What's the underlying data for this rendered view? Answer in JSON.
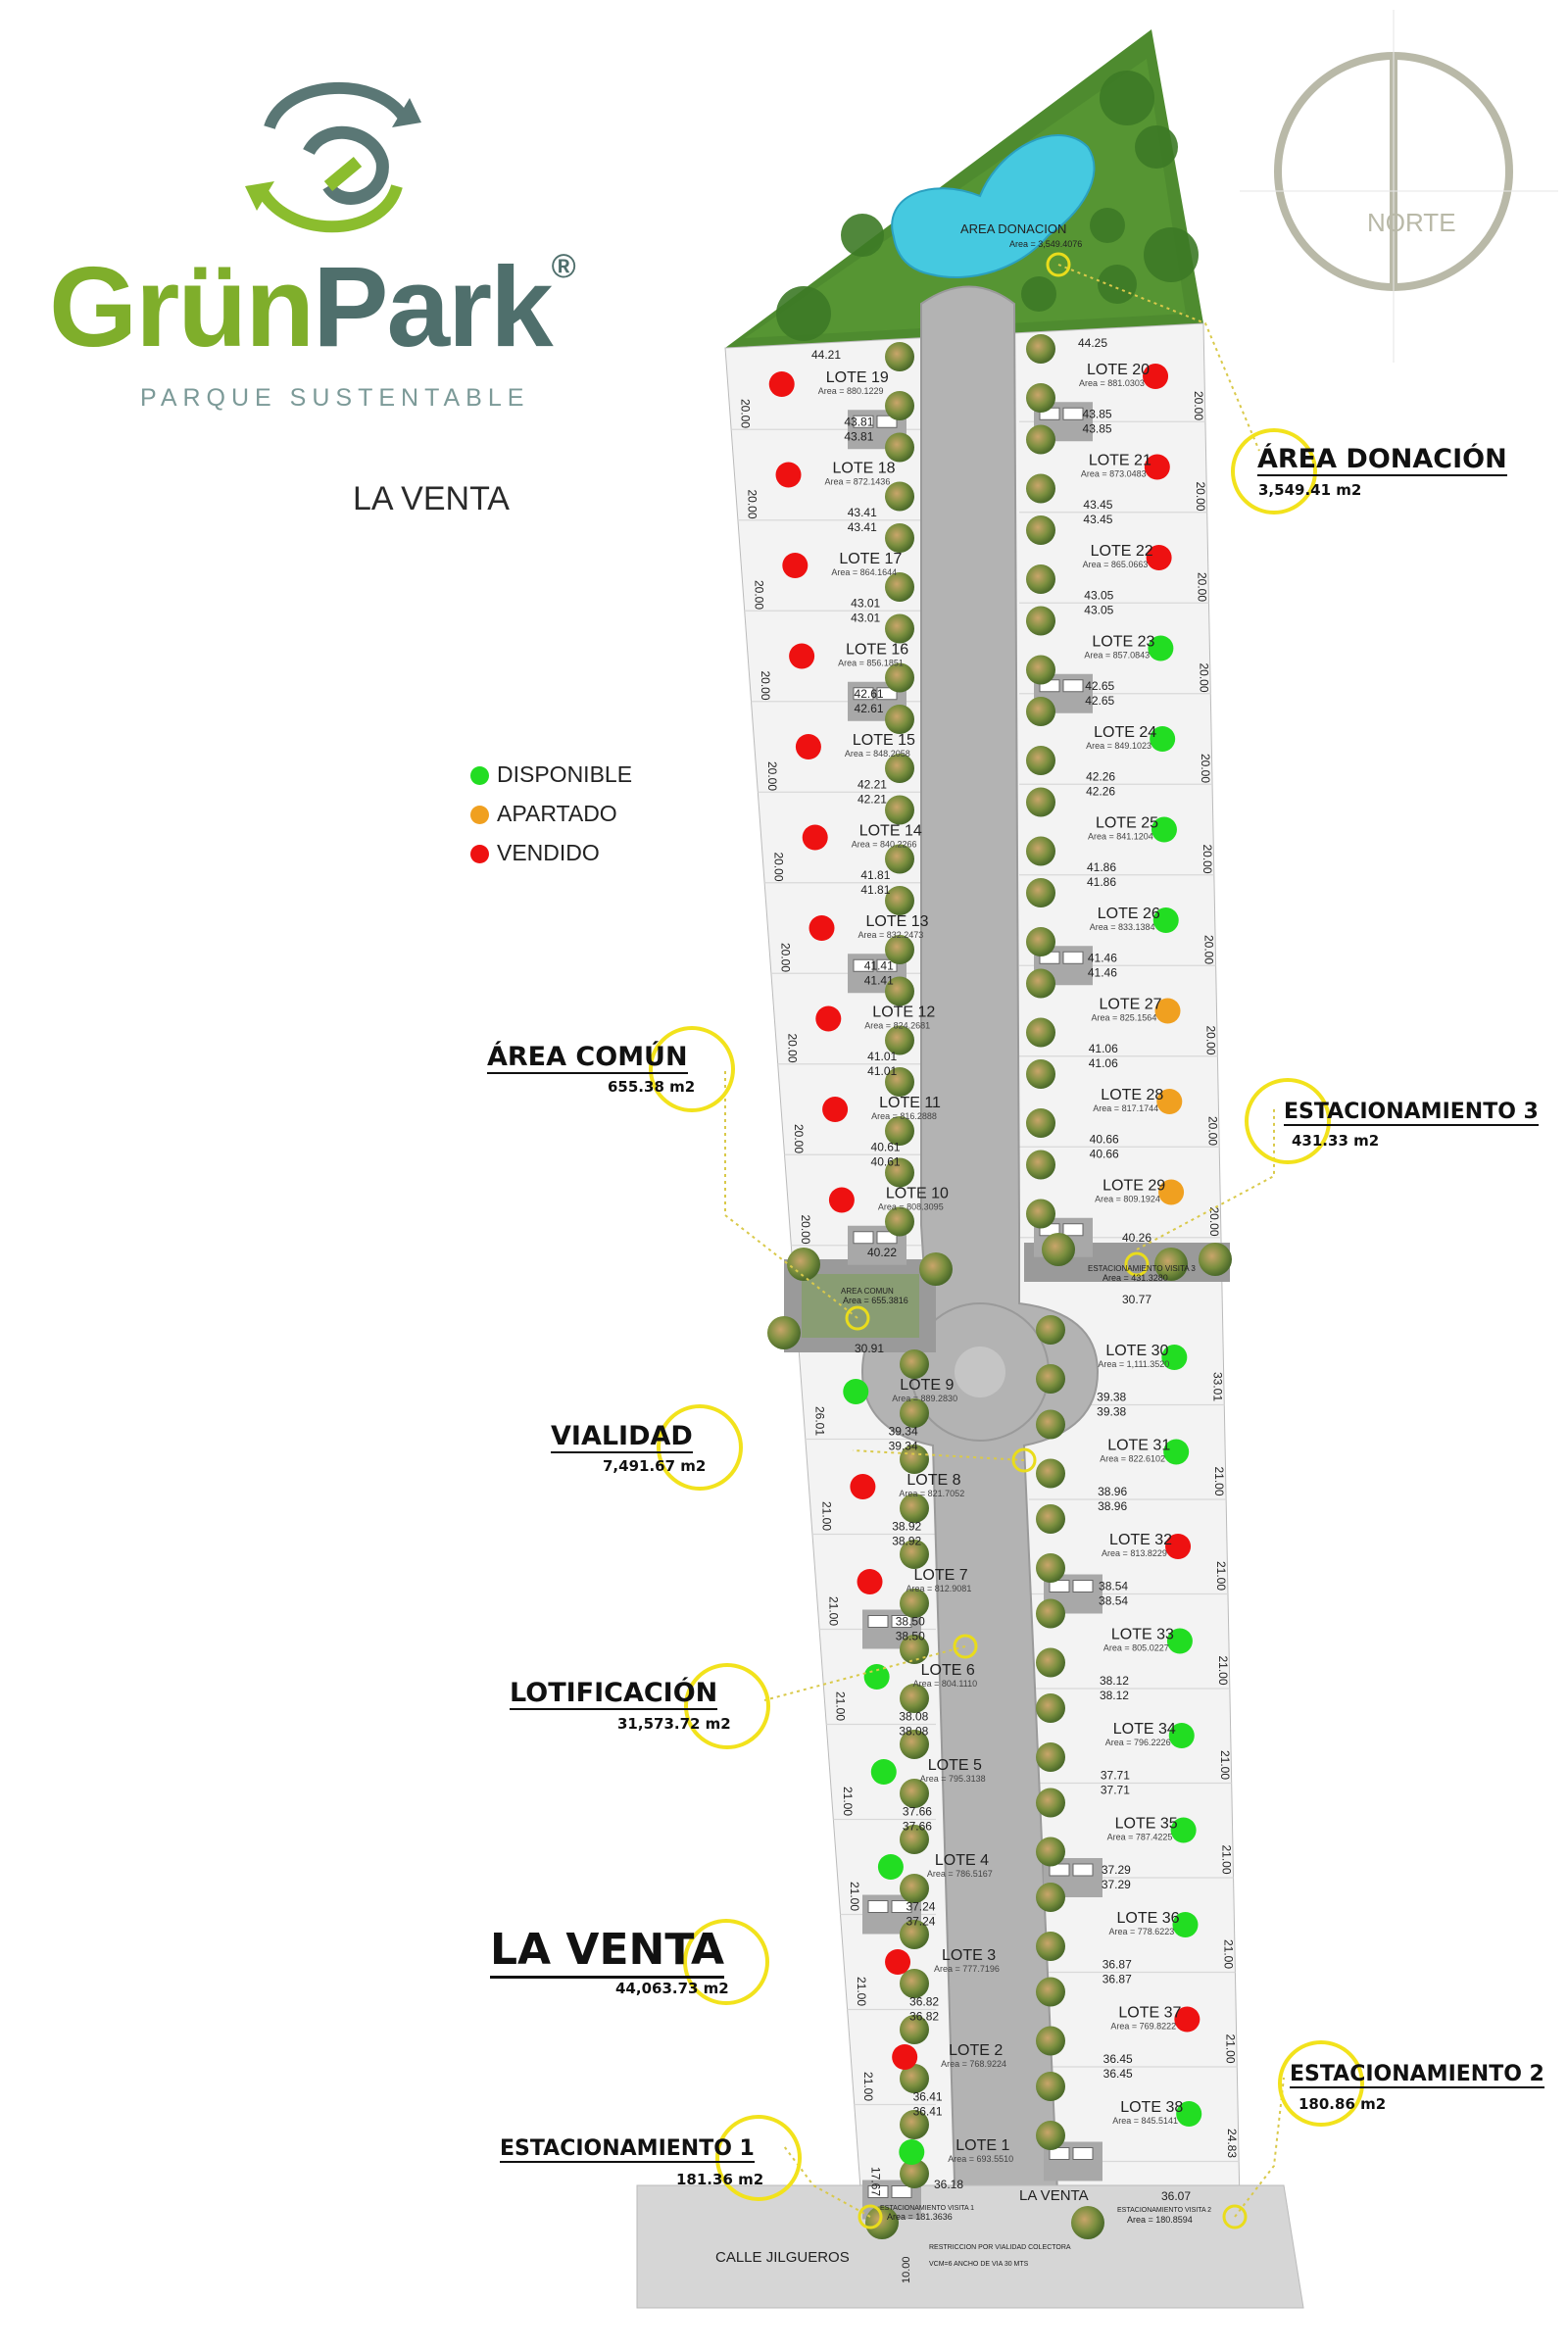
{
  "brand": {
    "name_part1": "Grün",
    "name_part2": "Park",
    "registered": "®",
    "tagline": "PARQUE SUSTENTABLE"
  },
  "page_title": "LA VENTA",
  "compass": {
    "label": "NORTE"
  },
  "legend": [
    {
      "label": "DISPONIBLE",
      "color": "#22dd22"
    },
    {
      "label": "APARTADO",
      "color": "#f0a020"
    },
    {
      "label": "VENDIDO",
      "color": "#ee1111"
    }
  ],
  "callouts": {
    "area_donacion": {
      "title": "ÁREA DONACIÓN",
      "value": "3,549.41 m2"
    },
    "estacionamiento_3": {
      "title": "ESTACIONAMIENTO 3",
      "value": "431.33 m2"
    },
    "area_comun": {
      "title": "ÁREA COMÚN",
      "value": "655.38 m2"
    },
    "vialidad": {
      "title": "VIALIDAD",
      "value": "7,491.67 m2"
    },
    "lotificacion": {
      "title": "LOTIFICACIÓN",
      "value": "31,573.72 m2"
    },
    "la_venta": {
      "title": "LA VENTA",
      "value": "44,063.73 m2"
    },
    "estacionamiento_2": {
      "title": "ESTACIONAMIENTO 2",
      "value": "180.86 m2"
    },
    "estacionamiento_1": {
      "title": "ESTACIONAMIENTO 1",
      "value": "181.36 m2"
    }
  },
  "plan_labels": {
    "area_donacion": "AREA DONACION",
    "area_donacion_area": "Area = 3,549.4076",
    "area_comun": "AREA COMUN",
    "area_comun_area": "Area = 655.3816",
    "estac_visita_3": "ESTACIONAMIENTO VISITA 3",
    "estac_visita_3_area": "Area = 431.3280",
    "estac_visita_1": "ESTACIONAMIENTO VISITA 1",
    "estac_visita_1_area": "Area = 181.3636",
    "estac_visita_2": "ESTACIONAMIENTO VISITA 2",
    "estac_visita_2_area": "Area = 180.8594",
    "street": "CALLE JILGUEROS",
    "street_width": "10.00",
    "restriction": "RESTRICCION POR VIALIDAD COLECTORA",
    "restriction_2": "VCM=6 ANCHO DE VIA 30 MTS",
    "road_label": "LA VENTA",
    "dim_40_22": "40.22",
    "dim_40_26": "40.26",
    "dim_30_91": "30.91",
    "dim_30_77": "30.77",
    "dim_36_18": "36.18",
    "dim_36_07": "36.07",
    "dim_44_21": "44.21",
    "dim_44_25": "44.25"
  },
  "lots_left": [
    {
      "name": "LOTE 19",
      "area": "Area = 880.1229",
      "status": "vendido",
      "top": "43.81",
      "side": "20.00"
    },
    {
      "name": "LOTE 18",
      "area": "Area = 872.1436",
      "status": "vendido",
      "top": "43.41",
      "side": "20.00"
    },
    {
      "name": "LOTE 17",
      "area": "Area = 864.1644",
      "status": "vendido",
      "top": "43.01",
      "side": "20.00"
    },
    {
      "name": "LOTE 16",
      "area": "Area = 856.1851",
      "status": "vendido",
      "top": "42.61",
      "side": "20.00"
    },
    {
      "name": "LOTE 15",
      "area": "Area = 848.2058",
      "status": "vendido",
      "top": "42.21",
      "side": "20.00"
    },
    {
      "name": "LOTE 14",
      "area": "Area = 840.2266",
      "status": "vendido",
      "top": "41.81",
      "side": "20.00"
    },
    {
      "name": "LOTE 13",
      "area": "Area = 832.2473",
      "status": "vendido",
      "top": "41.41",
      "side": "20.00"
    },
    {
      "name": "LOTE 12",
      "area": "Area = 824.2681",
      "status": "vendido",
      "top": "41.01",
      "side": "20.00"
    },
    {
      "name": "LOTE 11",
      "area": "Area = 816.2888",
      "status": "vendido",
      "top": "40.61",
      "side": "20.00"
    },
    {
      "name": "LOTE 10",
      "area": "Area = 808.3095",
      "status": "vendido",
      "top": "",
      "side": "20.00"
    },
    {
      "name": "LOTE 9",
      "area": "Area = 889.2830",
      "status": "disponible",
      "top": "39.34",
      "side": "26.01"
    },
    {
      "name": "LOTE 8",
      "area": "Area = 821.7052",
      "status": "vendido",
      "top": "38.92",
      "side": "21.00"
    },
    {
      "name": "LOTE 7",
      "area": "Area = 812.9081",
      "status": "vendido",
      "top": "38.50",
      "side": "21.00"
    },
    {
      "name": "LOTE 6",
      "area": "Area = 804.1110",
      "status": "disponible",
      "top": "38.08",
      "side": "21.00"
    },
    {
      "name": "LOTE 5",
      "area": "Area = 795.3138",
      "status": "disponible",
      "top": "37.66",
      "side": "21.00"
    },
    {
      "name": "LOTE 4",
      "area": "Area = 786.5167",
      "status": "disponible",
      "top": "37.24",
      "side": "21.00"
    },
    {
      "name": "LOTE 3",
      "area": "Area = 777.7196",
      "status": "vendido",
      "top": "36.82",
      "side": "21.00"
    },
    {
      "name": "LOTE 2",
      "area": "Area = 768.9224",
      "status": "vendido",
      "top": "36.41",
      "side": "21.00"
    },
    {
      "name": "LOTE 1",
      "area": "Area = 693.5510",
      "status": "disponible",
      "top": "",
      "side": "17.67"
    }
  ],
  "lots_right": [
    {
      "name": "LOTE 20",
      "area": "Area = 881.0303",
      "status": "vendido",
      "top": "43.85",
      "side": "20.00"
    },
    {
      "name": "LOTE 21",
      "area": "Area = 873.0483",
      "status": "vendido",
      "top": "43.45",
      "side": "20.00"
    },
    {
      "name": "LOTE 22",
      "area": "Area = 865.0663",
      "status": "vendido",
      "top": "43.05",
      "side": "20.00"
    },
    {
      "name": "LOTE 23",
      "area": "Area = 857.0843",
      "status": "disponible",
      "top": "42.65",
      "side": "20.00"
    },
    {
      "name": "LOTE 24",
      "area": "Area = 849.1023",
      "status": "disponible",
      "top": "42.26",
      "side": "20.00"
    },
    {
      "name": "LOTE 25",
      "area": "Area = 841.1204",
      "status": "disponible",
      "top": "41.86",
      "side": "20.00"
    },
    {
      "name": "LOTE 26",
      "area": "Area = 833.1384",
      "status": "disponible",
      "top": "41.46",
      "side": "20.00"
    },
    {
      "name": "LOTE 27",
      "area": "Area = 825.1564",
      "status": "apartado",
      "top": "41.06",
      "side": "20.00"
    },
    {
      "name": "LOTE 28",
      "area": "Area = 817.1744",
      "status": "apartado",
      "top": "40.66",
      "side": "20.00"
    },
    {
      "name": "LOTE 29",
      "area": "Area = 809.1924",
      "status": "apartado",
      "top": "",
      "side": "20.00"
    },
    {
      "name": "LOTE 30",
      "area": "Area = 1,111.3520",
      "status": "disponible",
      "top": "39.38",
      "side": "33.01"
    },
    {
      "name": "LOTE 31",
      "area": "Area = 822.6102",
      "status": "disponible",
      "top": "38.96",
      "side": "21.00"
    },
    {
      "name": "LOTE 32",
      "area": "Area = 813.8229",
      "status": "vendido",
      "top": "38.54",
      "side": "21.00"
    },
    {
      "name": "LOTE 33",
      "area": "Area = 805.0227",
      "status": "disponible",
      "top": "38.12",
      "side": "21.00"
    },
    {
      "name": "LOTE 34",
      "area": "Area = 796.2226",
      "status": "disponible",
      "top": "37.71",
      "side": "21.00"
    },
    {
      "name": "LOTE 35",
      "area": "Area = 787.4225",
      "status": "disponible",
      "top": "37.29",
      "side": "21.00"
    },
    {
      "name": "LOTE 36",
      "area": "Area = 778.6223",
      "status": "disponible",
      "top": "36.87",
      "side": "21.00"
    },
    {
      "name": "LOTE 37",
      "area": "Area = 769.8222",
      "status": "vendido",
      "top": "36.45",
      "side": "21.00"
    },
    {
      "name": "LOTE 38",
      "area": "Area = 845.5141",
      "status": "disponible",
      "top": "",
      "side": "24.83"
    }
  ]
}
